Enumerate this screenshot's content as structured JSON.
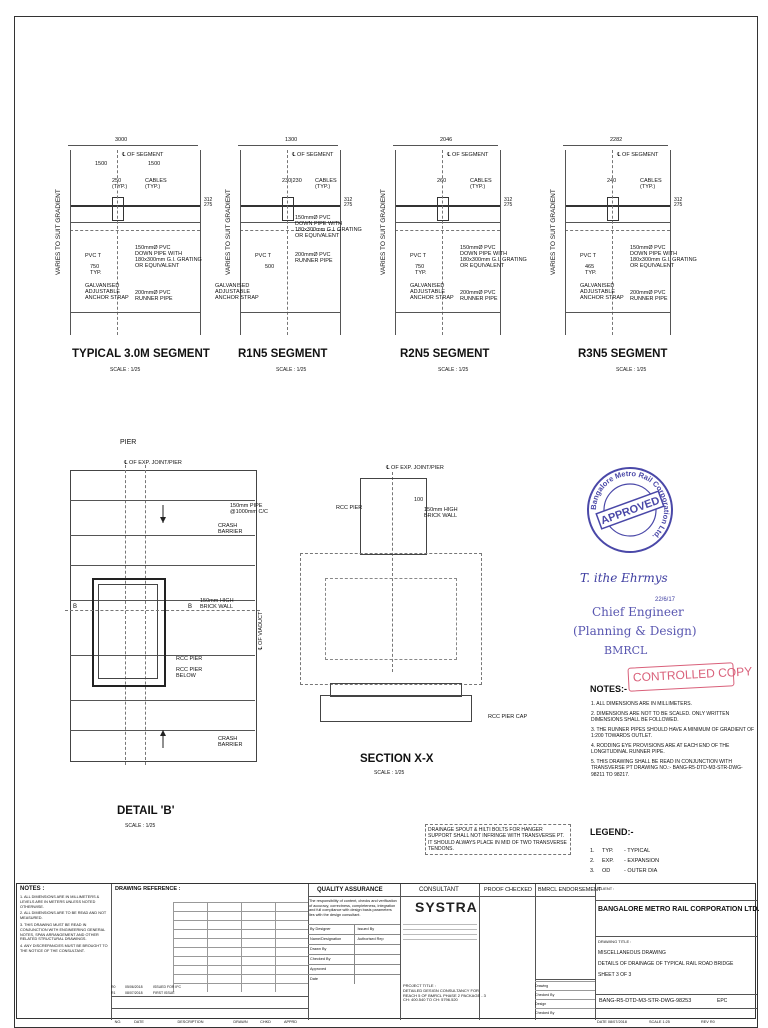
{
  "segments": [
    {
      "title": "TYPICAL 3.0M SEGMENT",
      "scale": "SCALE : 1/25",
      "dim_top": "3000",
      "dim_half_l": "1500",
      "dim_half_r": "1500",
      "dim_cable": "250",
      "typ": "(TYP.)",
      "cables": "CABLES",
      "cables_typ": "(TYP.)",
      "cl": "℄ OF SEGMENT",
      "grad": "VARIES TO SUIT GRADIENT",
      "pvc_t": "PVC T",
      "dim_low": "750",
      "typ2": "TYP.",
      "galv": "GALVANISED\nADJUSTABLE\nANCHOR STRAP",
      "pipe150": "150mmØ PVC\nDOWN PIPE WITH\n180x300mm G.I. GRATING\nOR EQUIVALENT",
      "pipe200": "200mmØ PVC\nRUNNER PIPE",
      "dim_slope": "312\n275"
    },
    {
      "title": "R1N5 SEGMENT",
      "scale": "SCALE : 1/25",
      "dim_top": "1300",
      "cl": "℄ OF SEGMENT",
      "cables": "CABLES\n(TYP.)",
      "dim_cable": "230|230",
      "grad": "VARIES TO SUIT GRADIENT",
      "pvc_t": "PVC T",
      "dim_low": "500",
      "galv": "GALVANISED\nADJUSTABLE\nANCHOR STRAP",
      "pipe150": "150mmØ PVC\nDOWN PIPE WITH\n180x300mm G.I. GRATING\nOR EQUIVALENT",
      "pipe200": "200mmØ PVC\nRUNNER PIPE",
      "dim_slope": "312\n275"
    },
    {
      "title": "R2N5 SEGMENT",
      "scale": "SCALE : 1/25",
      "dim_top": "2046",
      "cl": "℄ OF SEGMENT",
      "cables": "CABLES\n(TYP.)",
      "dim_cable": "260",
      "grad": "VARIES TO SUIT GRADIENT",
      "pvc_t": "PVC T",
      "dim_low": "750\nTYP.",
      "galv": "GALVANISED\nADJUSTABLE\nANCHOR STRAP",
      "pipe150": "150mmØ PVC\nDOWN PIPE WITH\n180x300mm G.I. GRATING\nOR EQUIVALENT",
      "pipe200": "200mmØ PVC\nRUNNER PIPE",
      "dim_slope": "312\n275"
    },
    {
      "title": "R3N5 SEGMENT",
      "scale": "SCALE : 1/25",
      "dim_top": "2282",
      "cl": "℄ OF SEGMENT",
      "cables": "CABLES\n(TYP.)",
      "dim_cable": "240",
      "grad": "VARIES TO SUIT GRADIENT",
      "pvc_t": "PVC T",
      "dim_low": "465\nTYP.",
      "galv": "GALVANISED\nADJUSTABLE\nANCHOR STRAP",
      "pipe150": "150mmØ PVC\nDOWN PIPE WITH\n180x300mm G.I. GRATING\nOR EQUIVALENT",
      "pipe200": "200mmØ PVC\nRUNNER PIPE",
      "dim_slope": "312\n275"
    }
  ],
  "detail_b": {
    "title": "DETAIL 'B'",
    "scale": "SCALE : 1/25",
    "pier": "PIER",
    "cl_exp": "℄ OF EXP. JOINT/PIER",
    "pipe": "150mm PIPE\n@1000mm C/C",
    "crash": "CRASH\nBARRIER",
    "brick": "150mm HIGH\nBRICK WALL",
    "rcc_pier": "RCC PIER",
    "rcc_below": "RCC PIER\nBELOW",
    "crash2": "CRASH\nBARRIER",
    "viaduct": "℄ OF VIADUCT",
    "b": "B"
  },
  "section_xx": {
    "title": "SECTION X-X",
    "scale": "SCALE : 1/25",
    "cl_exp": "℄ OF EXP. JOINT/PIER",
    "rcc_pier": "RCC PIER",
    "dim": "100",
    "brick": "150mm HIGH\nBRICK WALL",
    "cap": "RCC PIER CAP"
  },
  "stamp": {
    "ring": "Bangalore Metro Rail Corporation Ltd.",
    "approved": "APPROVED",
    "city": "Bangalore",
    "sign": "T. ithe Ehrmys",
    "date": "22/6/17",
    "designation1": "Chief Engineer",
    "designation2": "(Planning & Design)",
    "org": "BMRCL",
    "controlled": "CONTROLLED COPY"
  },
  "notes": {
    "heading": "NOTES:-",
    "items": [
      "1. ALL DIMENSIONS ARE IN MILLIMETERS.",
      "2. DIMENSIONS ARE NOT TO BE SCALED. ONLY WRITTEN DIMENSIONS SHALL BE FOLLOWED.",
      "3. THE RUNNER PIPES SHOULD HAVE A MINIMUM OF GRADIENT OF 1:200 TOWARDS OUTLET.",
      "4. RODDING EYE PROVISIONS ARE AT EACH END OF THE LONGITUDINAL RUNNER PIPE.",
      "5. THIS DRAWING SHALL BE READ IN CONJUNCTION WITH TRANSVERSE PT DRAWING NO.:- BANG-R5-DTD-M3-STR-DWG-98211 TO 98217."
    ]
  },
  "drainage_note": "DRAINAGE SPOUT & HILTI BOLTS FOR HANGER SUPPORT SHALL NOT INFRINGE WITH TRANSVERSE PT. IT SHOULD ALWAYS PLACE IN MID OF TWO TRANSVERSE TENDONS.",
  "legend": {
    "heading": "LEGEND:-",
    "items": [
      [
        "1.",
        "TYP.",
        "- TYPICAL"
      ],
      [
        "2.",
        "EXP.",
        "- EXPANSION"
      ],
      [
        "3.",
        "OD",
        "- OUTER DIA"
      ]
    ]
  },
  "title_block": {
    "notes_h": "NOTES :",
    "notes": [
      "1. ALL DIMENSIONS ARE IN MILLIMETERS & LEVELS ARE IN METERS UNLESS NOTED OTHERWISE.",
      "2. ALL DIMENSIONS ARE TO BE READ AND NOT MEASURED.",
      "3. THIS DRAWING MUST BE READ IN CONJUNCTION WITH ENGINEERING GENERAL NOTES, SPAN ARRANGEMENT AND OTHER RELATED STRUCTURAL DRAWINGS.",
      "4. ANY DISCREPANCIES MUST BE BROUGHT TO THE NOTICE OF THE CONSULTANT."
    ],
    "drawing_ref": "DRAWING REFERENCE :",
    "qa": "QUALITY ASSURANCE",
    "qa_text": "The responsibility of content, checks and verification of accuracy, correctness, completeness, integration and full compliance with design basis parameters lies with the design consultant.",
    "by_designer": "By Designer",
    "issued_by": "Issued By",
    "name_desig": "Name/Designation",
    "authorised_by": "Authorised Rep",
    "drawn_by": "Drawn By",
    "checked_by": "Checked By",
    "approved": "Approved",
    "date_h": "Date",
    "consultant": "CONSULTANT",
    "systra": "SYSTRA",
    "proof_checked": "PROOF CHECKED",
    "bmrcl_end": "BMRCL ENDORSEMENT",
    "project_title": "PROJECT TITLE :\nDETAILED DESIGN CONSULTANCY FOR\nREACH 5 OF BMRCL PHASE 2 PACKAGE - 3\nCH: 400.540 TO CH: 5796.520",
    "client": "CLIENT :",
    "client_name": "BANGALORE METRO RAIL CORPORATION LTD.",
    "drawing_title_h": "DRAWING TITLE :",
    "drawing_title": [
      "MISCELLANEOUS DRAWING",
      "DETAILS OF DRAINAGE OF TYPICAL RAIL ROAD BRIDGE",
      "SHEET 3 OF 3"
    ],
    "dwg_no": "BANG-R5-DTD-M3-STR-DWG-98253",
    "status": "EPC",
    "rev_row": [
      "NO.",
      "DATE",
      "DESCRIPTION",
      "DRAWN",
      "CHKD",
      "APPRD"
    ],
    "rev_entries": [
      [
        "R0",
        "05/06/2018",
        "ISSUED FOR IFC"
      ],
      [
        "R1",
        "08/07/2018",
        "FIRST ISSUE"
      ]
    ],
    "scale_h": "SCALE",
    "scale_v": "1:25",
    "rev_h": "REV",
    "rev_v": "R0",
    "date_lbl": "DATE",
    "date_v": "08/07/2018"
  }
}
